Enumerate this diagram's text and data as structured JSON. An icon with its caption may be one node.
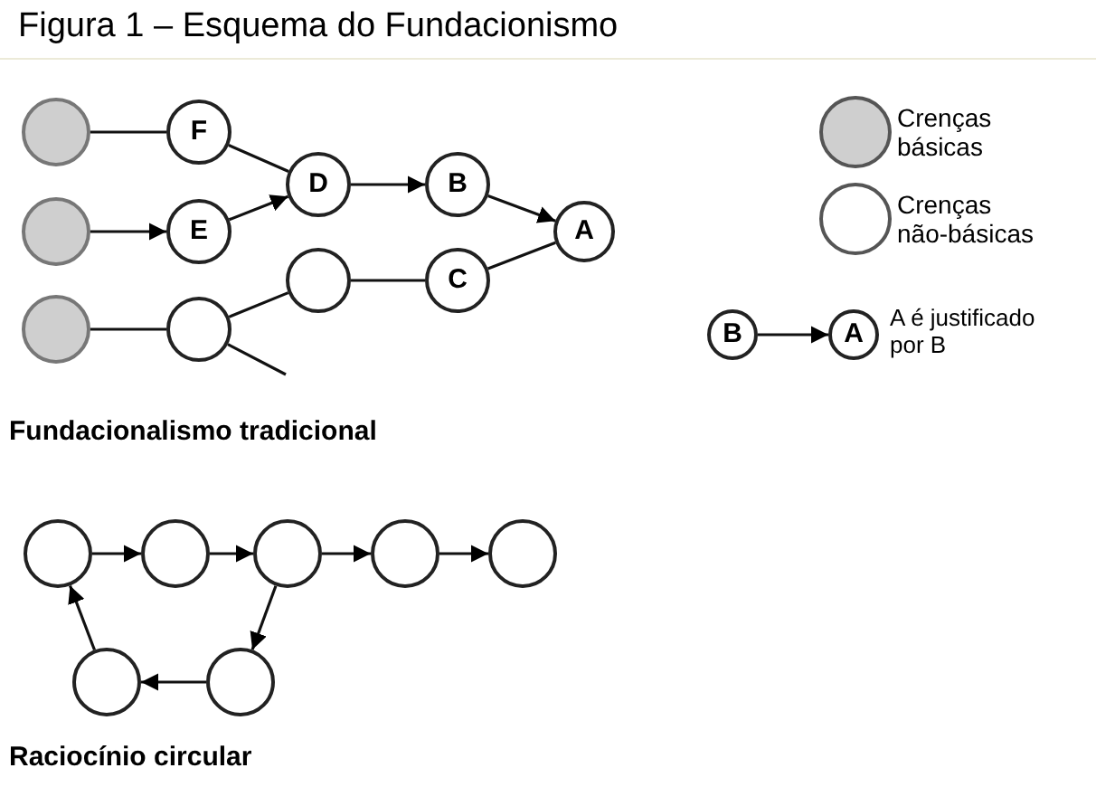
{
  "diagram": {
    "title": "Figura 1 – Esquema do Fundacionismo",
    "nodes": [
      {
        "text": [],
        "shape": "circle"
      },
      {
        "text": [
          "F"
        ]
      },
      {
        "text": [
          "D"
        ]
      },
      {
        "text": [
          "B"
        ]
      },
      {
        "text": [
          "A"
        ]
      },
      {
        "text": [],
        "shape": "circle"
      },
      {
        "text": [
          "E"
        ]
      },
      {
        "text": [],
        "shape": "circle"
      },
      {
        "text": [
          "C"
        ]
      },
      {
        "text": [],
        "shape": "circle"
      },
      {
        "text": [],
        "shape": "circle"
      },
      {
        "text": [
          "B"
        ]
      },
      {
        "text": [
          "A"
        ],
        "beside": [
          "A é justificado por B"
        ]
      },
      {
        "text": [],
        "shape": "circle"
      },
      {
        "text": [],
        "shape": "circle"
      },
      {
        "text": [],
        "shape": "circle"
      },
      {
        "text": [],
        "shape": "circle"
      },
      {
        "text": [],
        "shape": "circle"
      },
      {
        "text": [],
        "shape": "circle"
      },
      {
        "text": [],
        "shape": "circle"
      }
    ],
    "edges": [
      {
        "from": 0,
        "to": 1,
        "arrow": "none"
      },
      {
        "from": 1,
        "to": 2,
        "arrow": "none"
      },
      {
        "from": 5,
        "to": 6,
        "arrow": "to"
      },
      {
        "from": 6,
        "to": 2,
        "arrow": "to"
      },
      {
        "from": 2,
        "to": 3,
        "arrow": "to"
      },
      {
        "from": 3,
        "to": 4,
        "arrow": "to"
      },
      {
        "from": 9,
        "to": 10,
        "arrow": "none"
      },
      {
        "from": 10,
        "to": 7,
        "arrow": "none"
      },
      {
        "from": 10,
        "to": null,
        "arrow": "none"
      },
      {
        "from": 7,
        "to": 8,
        "arrow": "none"
      },
      {
        "from": 8,
        "to": 4,
        "arrow": "none"
      },
      {
        "from": 11,
        "to": 12,
        "arrow": "to"
      },
      {
        "from": 13,
        "to": 14,
        "arrow": "to"
      },
      {
        "from": 14,
        "to": 15,
        "arrow": "to"
      },
      {
        "from": 15,
        "to": 16,
        "arrow": "to"
      },
      {
        "from": 16,
        "to": 17,
        "arrow": "to"
      },
      {
        "from": 15,
        "to": 19,
        "arrow": "to"
      },
      {
        "from": 19,
        "to": 18,
        "arrow": "to"
      },
      {
        "from": 18,
        "to": 13,
        "arrow": "to"
      }
    ],
    "labels": [
      "Fundacionalismo tradicional",
      "Raciocínio circular"
    ],
    "legend": [
      {
        "text": "Crenças básicas",
        "color": "#cfcfcf"
      },
      {
        "text": "Crenças não-básicas",
        "color": "#ffffff"
      }
    ]
  }
}
